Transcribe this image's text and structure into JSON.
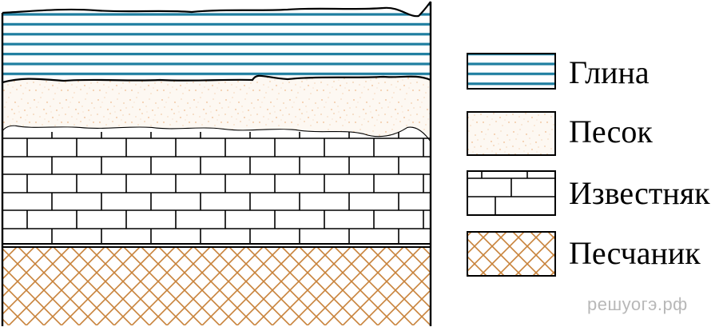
{
  "diagram": {
    "layers": [
      {
        "id": "clay",
        "pattern": "horizontal-lines",
        "color": "#1f7ea0"
      },
      {
        "id": "sand",
        "pattern": "speckle",
        "color": "#e8a060"
      },
      {
        "id": "limestone",
        "pattern": "brick",
        "color": "#000000"
      },
      {
        "id": "sandstone",
        "pattern": "crosshatch",
        "color": "#c8823a"
      }
    ]
  },
  "legend": {
    "items": [
      {
        "label": "Глина",
        "pattern": "horizontal-lines"
      },
      {
        "label": "Песок",
        "pattern": "speckle"
      },
      {
        "label": "Известняк",
        "pattern": "brick"
      },
      {
        "label": "Песчаник",
        "pattern": "crosshatch"
      }
    ]
  },
  "watermark": "решуогэ.рф"
}
